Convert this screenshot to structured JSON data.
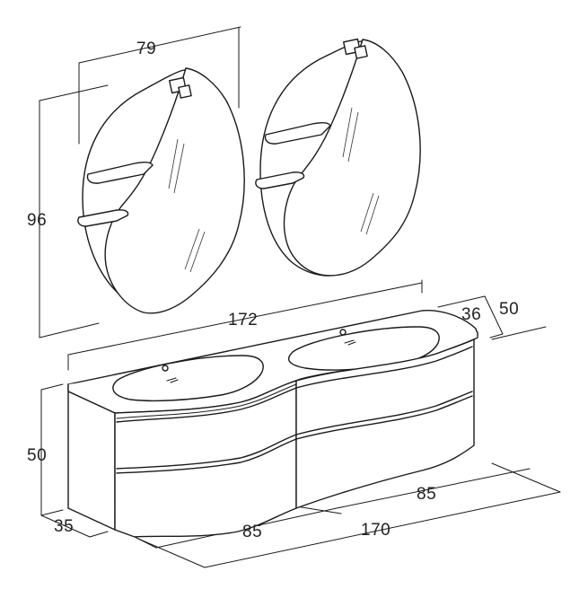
{
  "dimensions": {
    "mirror_width": "79",
    "mirror_height": "96",
    "top_width": "172",
    "top_depth": "50",
    "cabinet_depth": "36",
    "cabinet_height": "50",
    "side_depth": "35",
    "module_left": "85",
    "module_right": "85",
    "cabinet_width": "170"
  }
}
